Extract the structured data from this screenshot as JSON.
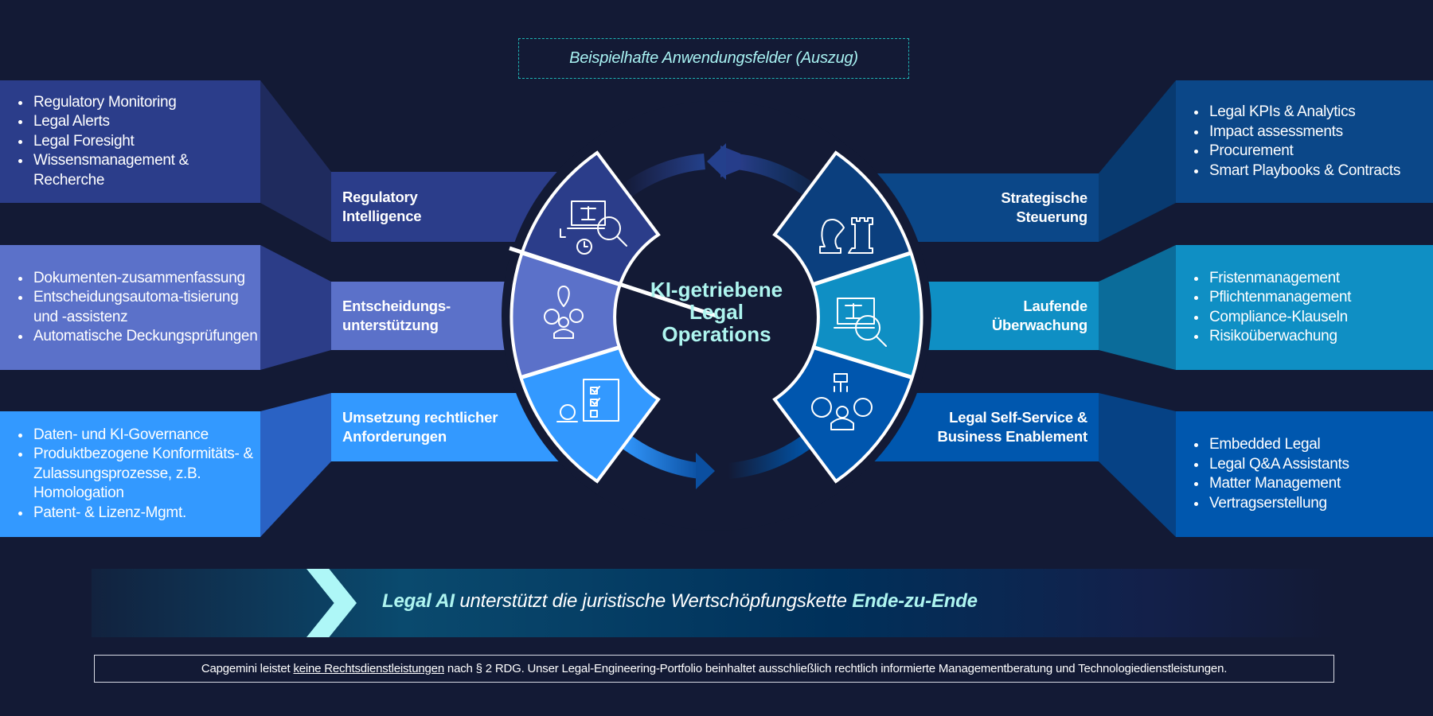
{
  "title": "Beispielhafte Anwendungsfelder (Auszug)",
  "center": {
    "line1": "KI-getriebene",
    "line2": "Legal",
    "line3": "Operations"
  },
  "left": [
    {
      "label1": "Regulatory",
      "label2": "Intelligence",
      "icon": "scales-laptop-magnifier-alarm-icon",
      "items": [
        "Regulatory Monitoring",
        "Legal Alerts",
        "Legal Foresight",
        "Wissensmanagement & Recherche"
      ],
      "color": "#2b3d8a"
    },
    {
      "label1": "Entscheidungs-",
      "label2": "unterstützung",
      "icon": "location-clock-gear-person-icon",
      "items": [
        "Dokumenten-zusammenfassung",
        "Entscheidungsautoma-tisierung und -assistenz",
        "Automatische Deckungsprüfungen"
      ],
      "color": "#5b71c9"
    },
    {
      "label1": "Umsetzung rechtlicher",
      "label2": "Anforderungen",
      "icon": "checklist-gear-icon",
      "items": [
        "Daten- und KI-Governance",
        "Produktbezogene Konformitäts- & Zulassungsprozesse, z.B. Homologation",
        "Patent- & Lizenz-Mgmt."
      ],
      "color": "#3399ff"
    }
  ],
  "right": [
    {
      "label1": "Strategische",
      "label2": "Steuerung",
      "icon": "chess-pieces-icon",
      "items": [
        "Legal KPIs & Analytics",
        "Impact assessments",
        "Procurement",
        "Smart Playbooks & Contracts"
      ],
      "color": "#0b4788"
    },
    {
      "label1": "Laufende",
      "label2": "Überwachung",
      "icon": "scales-laptop-magnifier-icon",
      "items": [
        "Fristenmanagement",
        "Pflichtenmanagement",
        "Compliance-Klauseln",
        "Risikoüberwachung"
      ],
      "color": "#0f8fc4"
    },
    {
      "label1": "Legal Self-Service &",
      "label2": "Business Enablement",
      "icon": "robot-clock-gear-person-icon",
      "items": [
        "Embedded Legal",
        "Legal Q&A Assistants",
        "Matter Management",
        "Vertragserstellung"
      ],
      "color": "#0057ae"
    }
  ],
  "banner": {
    "part1": "Legal AI",
    "part2": " unterstützt die juristische Wertschöpfungskette ",
    "part3": "Ende-zu-Ende"
  },
  "disclaimer": {
    "part1": "Capgemini leistet ",
    "link": "keine Rechtsdienstleistungen",
    "part2": " nach § 2 RDG. Unser Legal-Engineering-Portfolio beinhaltet ausschließlich rechtlich informierte Managementberatung und Technologiedienstleistungen."
  }
}
